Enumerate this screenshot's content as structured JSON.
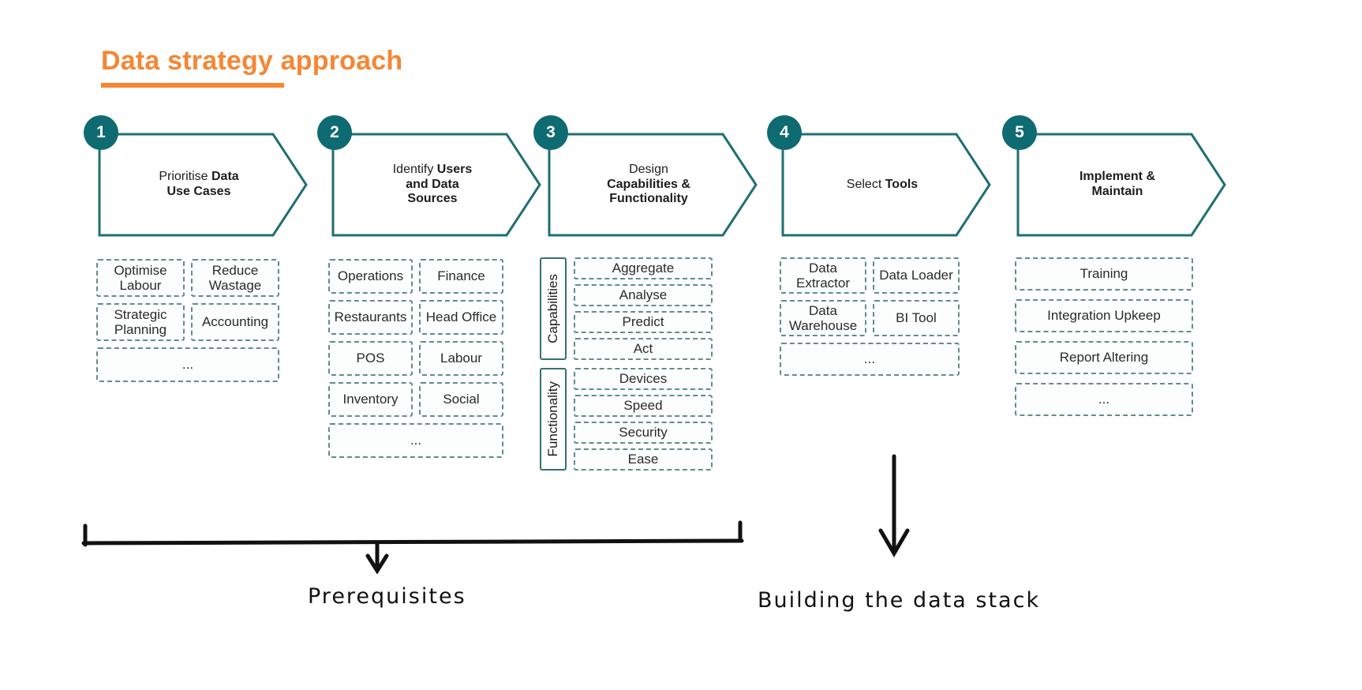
{
  "title": {
    "text": "Data strategy approach",
    "color": "#F58634"
  },
  "theme": {
    "accent": "#F58634",
    "teal": "#0F6B72",
    "dashed_border": "#5E8E8C",
    "text": "#1d1d1d"
  },
  "steps": [
    {
      "number": "1",
      "heading_lines": [
        {
          "regular": "Prioritise ",
          "bold": "Data"
        },
        {
          "regular": "",
          "bold": "Use Cases"
        }
      ],
      "items": [
        {
          "label": "Optimise\nLabour",
          "span": 1
        },
        {
          "label": "Reduce\nWastage",
          "span": 1
        },
        {
          "label": "Strategic\nPlanning",
          "span": 1
        },
        {
          "label": "Accounting",
          "span": 1
        },
        {
          "label": "...",
          "span": 2
        }
      ]
    },
    {
      "number": "2",
      "heading_lines": [
        {
          "regular": "Identify ",
          "bold": "Users"
        },
        {
          "regular": "",
          "bold": "and Data"
        },
        {
          "regular": "",
          "bold": "Sources"
        }
      ],
      "items": [
        {
          "label": "Operations",
          "span": 1
        },
        {
          "label": "Finance",
          "span": 1
        },
        {
          "label": "Restaurants",
          "span": 1
        },
        {
          "label": "Head Office",
          "span": 1
        },
        {
          "label": "POS",
          "span": 1
        },
        {
          "label": "Labour",
          "span": 1
        },
        {
          "label": "Inventory",
          "span": 1
        },
        {
          "label": "Social",
          "span": 1
        },
        {
          "label": "...",
          "span": 2
        }
      ]
    },
    {
      "number": "3",
      "heading_lines": [
        {
          "regular": "Design",
          "bold": ""
        },
        {
          "regular": "",
          "bold": "Capabilities &"
        },
        {
          "regular": "",
          "bold": "Functionality"
        }
      ],
      "groups": [
        {
          "label": "Capabilities",
          "items": [
            "Aggregate",
            "Analyse",
            "Predict",
            "Act"
          ]
        },
        {
          "label": "Functionality",
          "items": [
            "Devices",
            "Speed",
            "Security",
            "Ease"
          ]
        }
      ]
    },
    {
      "number": "4",
      "heading_lines": [
        {
          "regular": "Select ",
          "bold": "Tools"
        }
      ],
      "items": [
        {
          "label": "Data\nExtractor",
          "span": 1
        },
        {
          "label": "Data Loader",
          "span": 1
        },
        {
          "label": "Data\nWarehouse",
          "span": 1
        },
        {
          "label": "BI Tool",
          "span": 1
        },
        {
          "label": "...",
          "span": 2
        }
      ]
    },
    {
      "number": "5",
      "heading_lines": [
        {
          "regular": "",
          "bold": "Implement &"
        },
        {
          "regular": "",
          "bold": "Maintain"
        }
      ],
      "items": [
        {
          "label": "Training",
          "span": 2
        },
        {
          "label": "Integration Upkeep",
          "span": 2
        },
        {
          "label": "Report Altering",
          "span": 2
        },
        {
          "label": "...",
          "span": 2
        }
      ]
    }
  ],
  "annotations": [
    {
      "id": "prerequisites",
      "label": "Prerequisites",
      "covers": "steps 1-3"
    },
    {
      "id": "building-the-data-stack",
      "label": "Building the data stack",
      "covers": "step 4"
    }
  ]
}
